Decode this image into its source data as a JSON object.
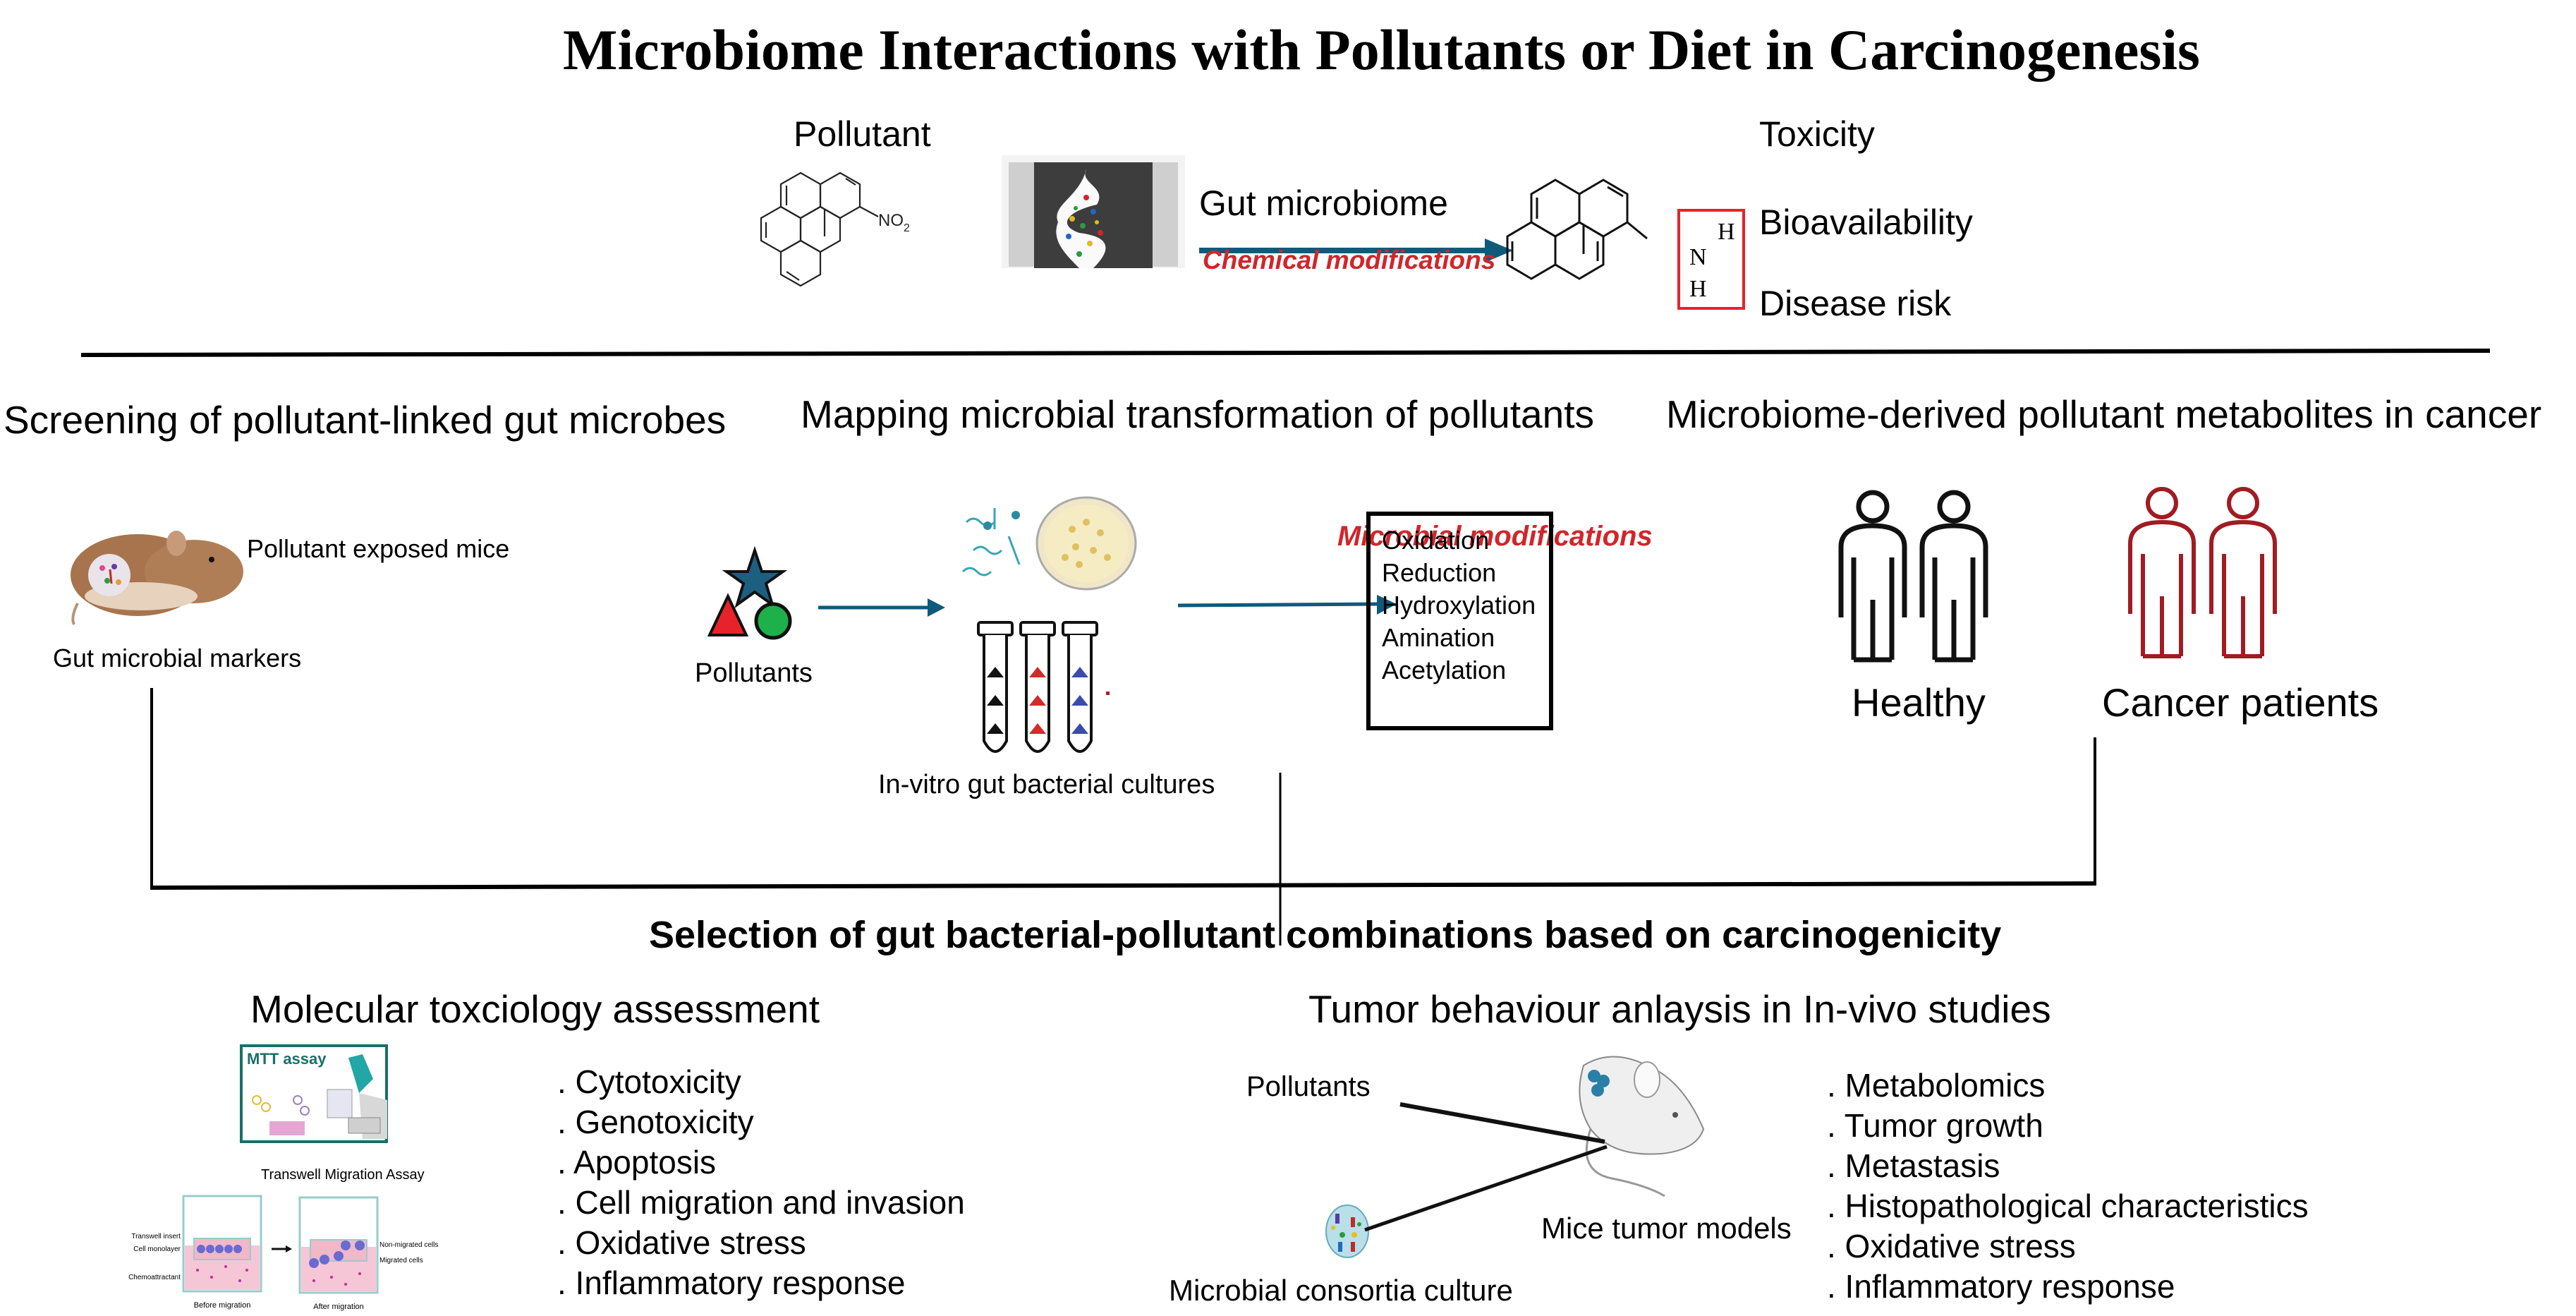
{
  "title": "Microbiome Interactions with Pollutants or Diet in Carcinogenesis",
  "top_panel": {
    "pollutant_label": "Pollutant",
    "pollutant_group": "NO",
    "pollutant_group_sub": "2",
    "gut_microbiome_label": "Gut microbiome",
    "chemical_modifications_label": "Chemical modifications",
    "product_atoms": {
      "n": "N",
      "h1": "H",
      "h2": "H"
    },
    "effects": [
      "Toxicity",
      "Bioavailability",
      "Disease risk"
    ]
  },
  "sections": {
    "screening": {
      "title": "Screening of pollutant-linked gut microbes",
      "mice_label": "Pollutant exposed mice",
      "markers_label": "Gut microbial markers"
    },
    "mapping": {
      "title": "Mapping microbial transformation of pollutants",
      "pollutants_label": "Pollutants",
      "cultures_label": "In-vitro gut bacterial cultures",
      "modifications_title": "Microbial modifications",
      "modifications": [
        "Oxidation",
        "Reduction",
        "Hydroxylation",
        "Amination",
        "Acetylation"
      ]
    },
    "metabolites": {
      "title": "Microbiome-derived pollutant metabolites in cancer",
      "healthy_label": "Healthy",
      "cancer_label": "Cancer patients"
    }
  },
  "selection_label": "Selection of gut bacterial-pollutant combinations based on carcinogenicity",
  "toxicology": {
    "title": "Molecular toxciology assessment",
    "mtt_label": "MTT assay",
    "transwell": {
      "title": "Transwell Migration Assay",
      "labels": [
        "Transwell insert",
        "Cell monolayer",
        "Chemoattractant",
        "Non-migrated cells",
        "Migrated cells"
      ],
      "before": "Before migration",
      "after": "After migration"
    },
    "bullets": [
      ". Cytotoxicity",
      ". Genotoxicity",
      ". Apoptosis",
      ". Cell migration and invasion",
      ". Oxidative stress",
      ". Inflammatory response"
    ]
  },
  "invivo": {
    "title": "Tumor behaviour anlaysis in In-vivo studies",
    "pollutants_label": "Pollutants",
    "consortia_label": "Microbial consortia culture",
    "mice_label": "Mice tumor models",
    "bullets": [
      ". Metabolomics",
      ". Tumor growth",
      ". Metastasis",
      ". Histopathological characteristics",
      ". Oxidative stress",
      ". Inflammatory response"
    ]
  },
  "colors": {
    "arrow_blue": "#0f5a7a",
    "accent_red": "#d0262b",
    "cancer_red": "#a01c22",
    "star_blue": "#1c5f80",
    "triangle_red": "#e8222a",
    "circle_green": "#1db04b",
    "mtt_teal": "#1a6e6a"
  }
}
